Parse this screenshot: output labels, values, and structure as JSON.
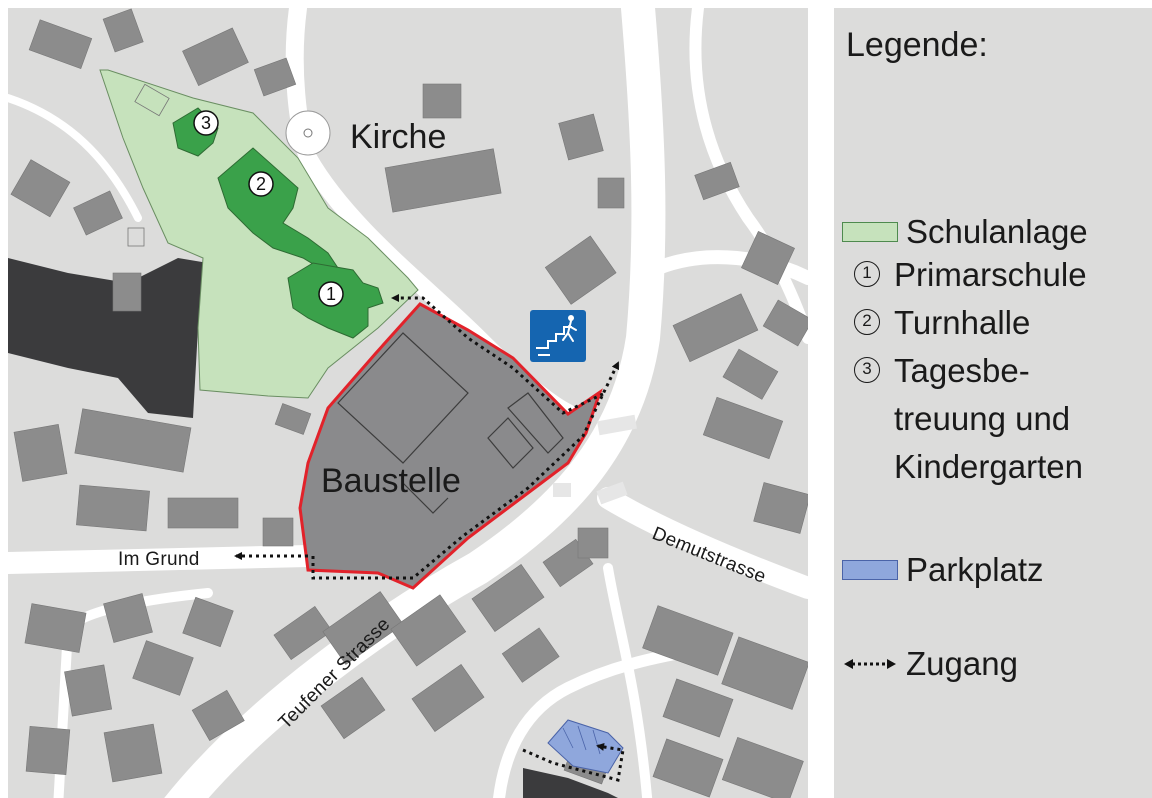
{
  "map": {
    "labels": {
      "kirche": "Kirche",
      "baustelle": "Baustelle",
      "im_grund": "Im Grund",
      "teufener": "Teufener Strasse",
      "demut": "Demutstrasse"
    },
    "markers": [
      "1",
      "2",
      "3"
    ],
    "colors": {
      "background": "#dcdcdb",
      "building": "#8c8c8c",
      "school_area": "#c6e2bc",
      "school_building": "#3aa14a",
      "construction": "#8a8a8c",
      "construction_border": "#e2222a",
      "parking": "#8fa7dc",
      "dark_area": "#3b3b3d",
      "stair_icon": "#1565b0"
    },
    "icons": [
      "stairs-icon"
    ]
  },
  "legend": {
    "title": "Legende:",
    "items": [
      {
        "label": "Schulanlage",
        "swatch": "#c6e2bc",
        "border": "#4e8a4e"
      },
      {
        "label": "Primarschule",
        "number": "1"
      },
      {
        "label": "Turnhalle",
        "number": "2"
      },
      {
        "label": "Tagesbe-\ntreuung und\nKindergarten",
        "number": "3"
      },
      {
        "label": "Parkplatz",
        "swatch": "#8fa7dc",
        "border": "#4a63a8"
      },
      {
        "label": "Zugang",
        "icon": "dotted-double-arrow-icon"
      }
    ]
  }
}
